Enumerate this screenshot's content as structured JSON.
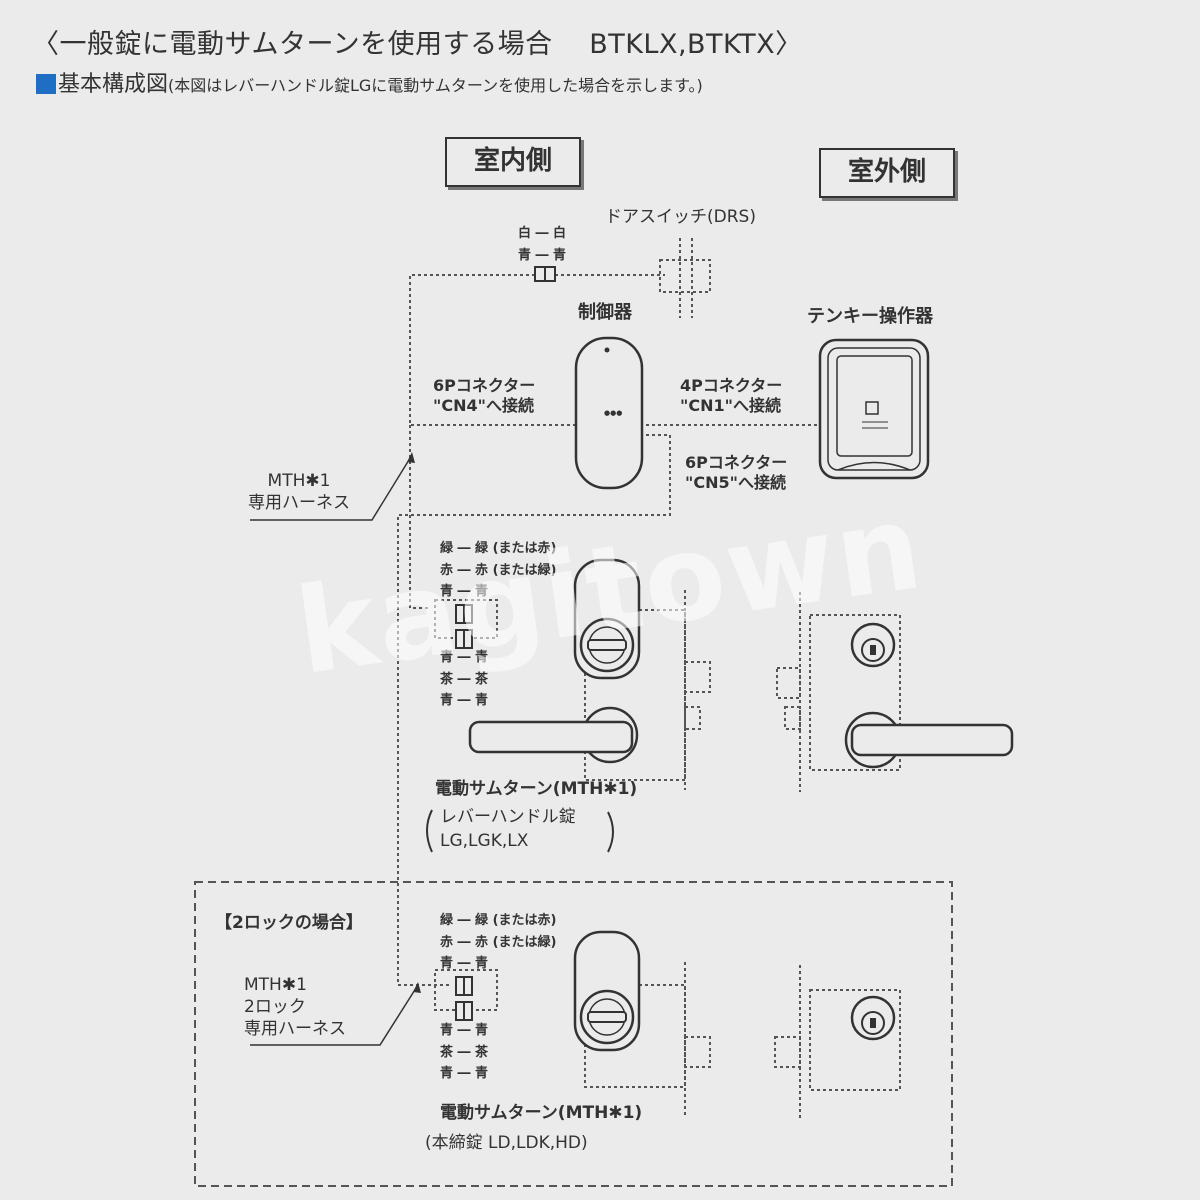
{
  "header": {
    "title": "〈一般錠に電動サムターンを使用する場合　 BTKLX,BTKTX〉",
    "subtitle_main": "基本構成図",
    "subtitle_note": "(本図はレバーハンドル錠LGに電動サムターンを使用した場合を示します。)"
  },
  "sides": {
    "indoor": "室内側",
    "outdoor": "室外側"
  },
  "door_switch": {
    "label": "ドアスイッチ(DRS)",
    "wires": [
      "白 ― 白",
      "青 ― 青"
    ]
  },
  "controller": {
    "label": "制御器",
    "cn4": [
      "6Pコネクター",
      "\"CN4\"へ接続"
    ],
    "cn1": [
      "4Pコネクター",
      "\"CN1\"へ接続"
    ],
    "cn5": [
      "6Pコネクター",
      "\"CN5\"へ接続"
    ]
  },
  "keypad": {
    "label": "テンキー操作器"
  },
  "harness": {
    "lines": [
      "MTH✱1",
      "専用ハーネス"
    ]
  },
  "thumbturn1": {
    "wires_top": [
      "緑 ― 緑 (または赤)",
      "赤 ― 赤 (または緑)",
      "青 ― 青"
    ],
    "wires_bottom": [
      "青 ― 青",
      "茶 ― 茶",
      "青 ― 青"
    ],
    "label": "電動サムターン(MTH✱1)",
    "lock_lines": [
      "レバーハンドル錠",
      "LG,LGK,LX"
    ]
  },
  "two_lock": {
    "heading": "【2ロックの場合】",
    "harness_lines": [
      "MTH✱1",
      "2ロック",
      "専用ハーネス"
    ],
    "wires_top": [
      "緑 ― 緑 (または赤)",
      "赤 ― 赤 (または緑)",
      "青 ― 青"
    ],
    "wires_bottom": [
      "青 ― 青",
      "茶 ― 茶",
      "青 ― 青"
    ],
    "label": "電動サムターン(MTH✱1)",
    "lock_label": "(本締錠 LD,LDK,HD)"
  },
  "watermark": "kagitown"
}
